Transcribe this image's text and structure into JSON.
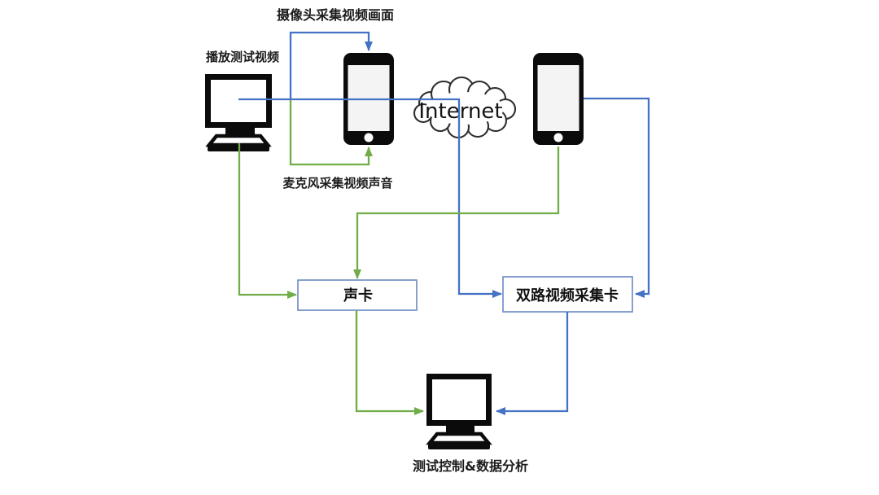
{
  "colors": {
    "video-line": "#4472c4",
    "audio-line": "#70ad47",
    "box-border": "#7490c8",
    "canvas-bg": "#ffffff"
  },
  "nodes": {
    "player_pc": {
      "type": "desktop-computer",
      "label": "播放测试视频"
    },
    "capture_phone": {
      "type": "smartphone"
    },
    "internet_cloud": {
      "type": "cloud",
      "label": "Internet"
    },
    "remote_phone": {
      "type": "smartphone"
    },
    "sound_card": {
      "type": "process-box",
      "label": "声卡"
    },
    "capture_card": {
      "type": "process-box",
      "label": "双路视频采集卡"
    },
    "analysis_pc": {
      "type": "desktop-computer",
      "label": "测试控制&数据分析"
    }
  },
  "edge_labels": {
    "camera_capture": "摄像头采集视频画面",
    "mic_capture": "麦克风采集视频声音"
  },
  "edges": [
    {
      "from": "player_pc",
      "to": "capture_phone",
      "channel": "camera",
      "color": "#4472c4"
    },
    {
      "from": "player_pc",
      "to": "capture_phone",
      "channel": "microphone",
      "color": "#70ad47"
    },
    {
      "from": "player_pc",
      "to": "capture_card",
      "via": "internet_cloud",
      "color": "#4472c4"
    },
    {
      "from": "remote_phone",
      "to": "capture_card",
      "color": "#4472c4"
    },
    {
      "from": "remote_phone",
      "to": "sound_card",
      "color": "#70ad47"
    },
    {
      "from": "player_pc",
      "to": "sound_card",
      "color": "#70ad47"
    },
    {
      "from": "sound_card",
      "to": "analysis_pc",
      "color": "#70ad47"
    },
    {
      "from": "capture_card",
      "to": "analysis_pc",
      "color": "#4472c4"
    }
  ]
}
